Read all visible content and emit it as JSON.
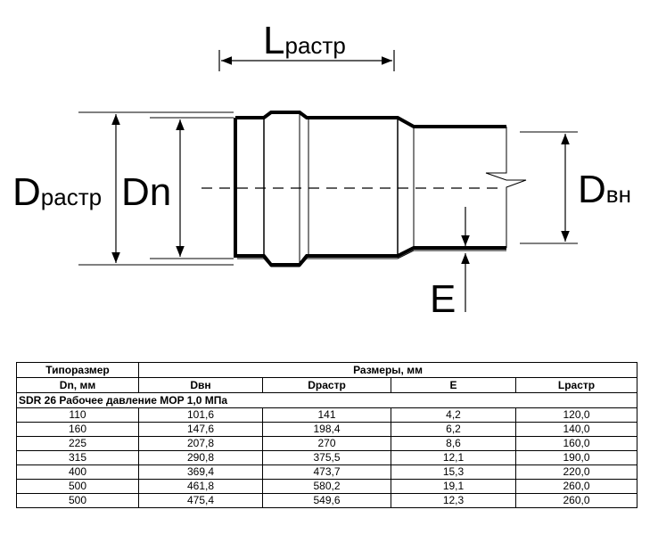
{
  "labels": {
    "L_main": "L",
    "L_sub": "растр",
    "D_rastr_main": "D",
    "D_rastr_sub": "растр",
    "Dn": "Dn",
    "D_vn_main": "D",
    "D_vn_sub": "вн",
    "E": "E"
  },
  "table": {
    "header_size": "Типоразмер",
    "header_dims": "Размеры, мм",
    "columns": [
      "Dn, мм",
      "Dвн",
      "Dрастр",
      "E",
      "Lрастр"
    ],
    "section": "SDR 26 Рабочее давление MOP 1,0 МПа",
    "rows": [
      [
        "110",
        "101,6",
        "141",
        "4,2",
        "120,0"
      ],
      [
        "160",
        "147,6",
        "198,4",
        "6,2",
        "140,0"
      ],
      [
        "225",
        "207,8",
        "270",
        "8,6",
        "160,0"
      ],
      [
        "315",
        "290,8",
        "375,5",
        "12,1",
        "190,0"
      ],
      [
        "400",
        "369,4",
        "473,7",
        "15,3",
        "220,0"
      ],
      [
        "500",
        "461,8",
        "580,2",
        "19,1",
        "260,0"
      ],
      [
        "500",
        "475,4",
        "549,6",
        "12,3",
        "260,0"
      ]
    ]
  }
}
